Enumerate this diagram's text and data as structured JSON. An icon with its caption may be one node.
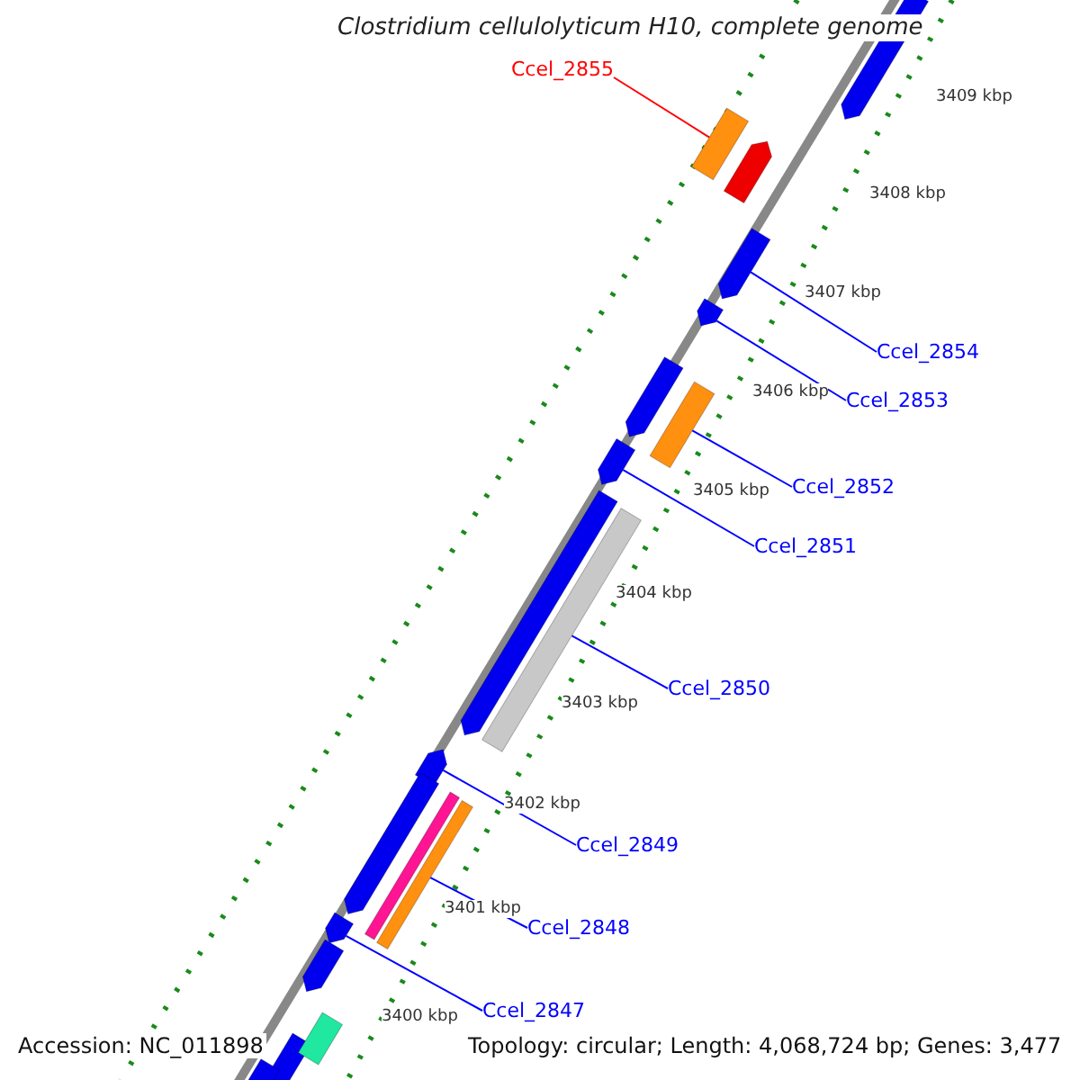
{
  "diagram": {
    "title": "Clostridium cellulolyticum H10, complete genome",
    "nodes": [
      {
        "text": [
          "Ccel_2855"
        ]
      },
      {
        "text": [
          "Ccel_2854"
        ]
      },
      {
        "text": [
          "Ccel_2853"
        ]
      },
      {
        "text": [
          "Ccel_2852"
        ]
      },
      {
        "text": [
          "Ccel_2851"
        ]
      },
      {
        "text": [
          "Ccel_2850"
        ]
      },
      {
        "text": [
          "Ccel_2849"
        ]
      },
      {
        "text": [
          "Ccel_2848"
        ]
      },
      {
        "text": [
          "Ccel_2847"
        ]
      },
      {
        "text": [],
        "shape": "bar"
      },
      {
        "text": [],
        "shape": "pentagon"
      },
      {
        "text": [],
        "shape": "pentagon"
      },
      {
        "text": [],
        "shape": "bar"
      },
      {
        "text": [],
        "shape": "pentagon"
      },
      {
        "text": [],
        "shape": "bar"
      },
      {
        "text": [],
        "shape": "pentagon"
      },
      {
        "text": [],
        "shape": "bar"
      },
      {
        "text": [],
        "shape": "pentagon"
      },
      {
        "text": [],
        "shape": "pentagon"
      },
      {
        "text": [],
        "shape": "pentagon"
      },
      {
        "text": [],
        "shape": "pentagon"
      },
      {
        "text": [],
        "shape": "pentagon"
      },
      {
        "text": [],
        "shape": "pentagon"
      },
      {
        "text": [],
        "shape": "bar"
      },
      {
        "text": [],
        "shape": "pentagon"
      },
      {
        "text": [],
        "shape": "pentagon"
      },
      {
        "text": [],
        "shape": "bar"
      },
      {
        "text": [],
        "shape": "pentagon"
      }
    ],
    "edges": [
      {
        "from": 0,
        "to": 9,
        "arrow": "none",
        "color": "#ff0000"
      },
      {
        "from": 1,
        "to": 10,
        "arrow": "none"
      },
      {
        "from": 2,
        "to": 11,
        "arrow": "none"
      },
      {
        "from": 3,
        "to": 12,
        "arrow": "none"
      },
      {
        "from": 4,
        "to": 13,
        "arrow": "none"
      },
      {
        "from": 5,
        "to": 14,
        "arrow": "none"
      },
      {
        "from": 6,
        "to": 15,
        "arrow": "none"
      },
      {
        "from": 7,
        "to": 16,
        "arrow": "none"
      },
      {
        "from": 8,
        "to": 17,
        "arrow": "none"
      }
    ],
    "labels": [
      "3409 kbp",
      "3408 kbp",
      "3407 kbp",
      "3406 kbp",
      "3405 kbp",
      "3404 kbp",
      "3403 kbp",
      "3402 kbp",
      "3401 kbp",
      "3400 kbp",
      "Accession: NC_011898",
      "Topology: circular; Length: 4,068,724 bp; Genes: 3,477"
    ]
  }
}
